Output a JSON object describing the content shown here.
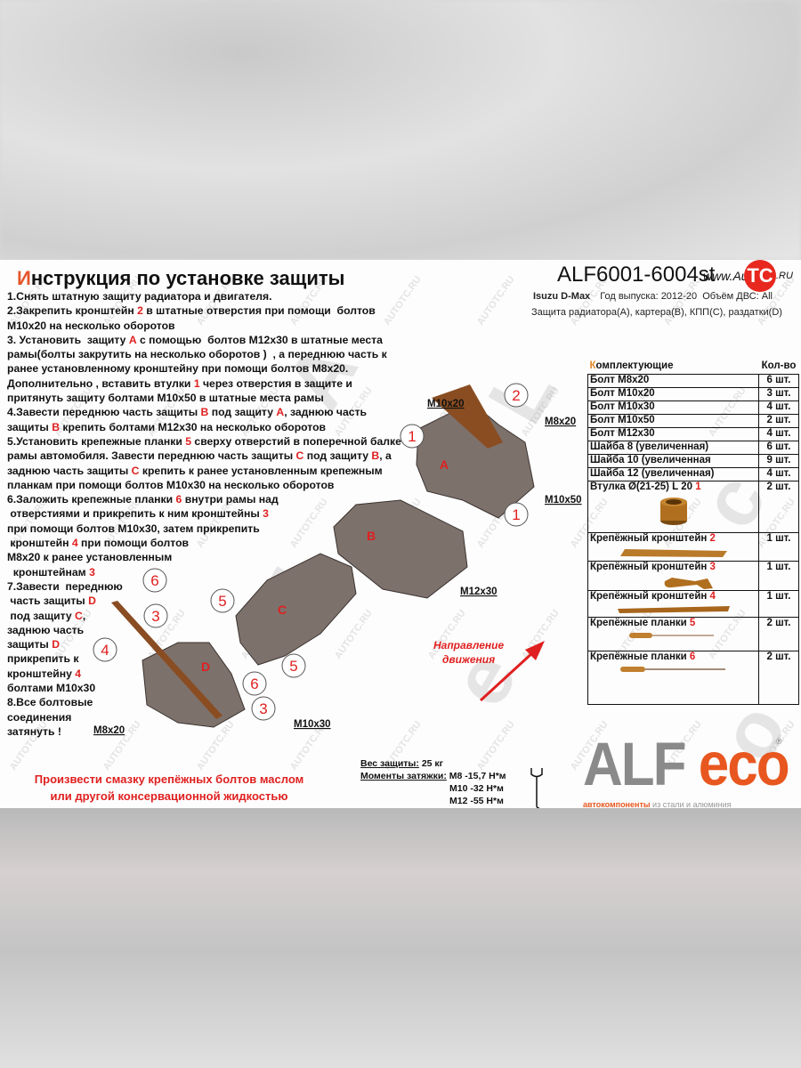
{
  "header": {
    "title_first": "И",
    "title_rest": "нструкция по установке защиты",
    "code": "ALF6001-6004st",
    "site": "www.Auto",
    "site_logo": "TC",
    "site_suffix": ".RU",
    "car": "Isuzu D-Max",
    "year": "Год выпуска: 2012-20",
    "engine": "Объём ДВС: All",
    "protection": "Защита радиатора(А), картера(В), КПП(С), раздатки(D)"
  },
  "instructions": [
    [
      {
        "t": "1.Снять штатную защиту радиатора и двигателя."
      }
    ],
    [
      {
        "t": "2.Закрепить кронштейн "
      },
      {
        "t": "2",
        "r": 1
      },
      {
        "t": " в штатные отверстия при помощи  болтов"
      }
    ],
    [
      {
        "t": "М10х20 на несколько оборотов"
      }
    ],
    [
      {
        "t": "3. Установить  защиту "
      },
      {
        "t": "А",
        "r": 1
      },
      {
        "t": " с помощью  болтов М12х30 в штатные места"
      }
    ],
    [
      {
        "t": "рамы(болты закрутить на несколько оборотов )  , а переднюю часть к"
      }
    ],
    [
      {
        "t": "ранее установленному кронштейну при помощи болтов М8х20."
      }
    ],
    [
      {
        "t": "Дополнительно , вставить втулки "
      },
      {
        "t": "1",
        "r": 1
      },
      {
        "t": " через отверстия в защите и"
      }
    ],
    [
      {
        "t": "притянуть защиту болтами М10х50 в штатные места рамы"
      }
    ],
    [
      {
        "t": "4.Завести переднюю часть защиты "
      },
      {
        "t": "В",
        "r": 1
      },
      {
        "t": " под защиту "
      },
      {
        "t": "А",
        "r": 1
      },
      {
        "t": ", заднюю часть"
      }
    ],
    [
      {
        "t": "защиты "
      },
      {
        "t": "В",
        "r": 1
      },
      {
        "t": " крепить болтами М12х30 на несколько оборотов"
      }
    ],
    [
      {
        "t": "5.Установить крепежные планки "
      },
      {
        "t": "5",
        "r": 1
      },
      {
        "t": " сверху отверстий в поперечной балке"
      }
    ],
    [
      {
        "t": "рамы автомобиля. Завести переднюю часть защиты "
      },
      {
        "t": "С",
        "r": 1
      },
      {
        "t": " под защиту "
      },
      {
        "t": "В",
        "r": 1
      },
      {
        "t": ", а"
      }
    ],
    [
      {
        "t": "заднюю часть защиты "
      },
      {
        "t": "С",
        "r": 1
      },
      {
        "t": " крепить к ранее установленным крепежным"
      }
    ],
    [
      {
        "t": "планкам при помощи болтов М10х30 на несколько оборотов"
      }
    ],
    [
      {
        "t": "6.Заложить крепежные планки "
      },
      {
        "t": "6",
        "r": 1
      },
      {
        "t": " внутри рамы над"
      }
    ],
    [
      {
        "t": " отверстиями и прикрепить к ним кронштейны "
      },
      {
        "t": "3",
        "r": 1
      }
    ],
    [
      {
        "t": "при помощи болтов М10х30, затем прикрепить"
      }
    ],
    [
      {
        "t": " кронштейн "
      },
      {
        "t": "4",
        "r": 1
      },
      {
        "t": " при помощи болтов"
      }
    ],
    [
      {
        "t": "М8х20 к ранее установленным"
      }
    ],
    [
      {
        "t": "  кронштейнам "
      },
      {
        "t": "3",
        "r": 1
      }
    ],
    [
      {
        "t": "7.Завести  переднюю"
      }
    ],
    [
      {
        "t": " часть защиты "
      },
      {
        "t": "D",
        "r": 1
      }
    ],
    [
      {
        "t": " под защиту "
      },
      {
        "t": "С",
        "r": 1
      },
      {
        "t": ","
      }
    ],
    [
      {
        "t": "заднюю часть"
      }
    ],
    [
      {
        "t": "защиты "
      },
      {
        "t": "D",
        "r": 1
      }
    ],
    [
      {
        "t": "прикрепить к"
      }
    ],
    [
      {
        "t": "кронштейну "
      },
      {
        "t": "4",
        "r": 1
      }
    ],
    [
      {
        "t": "болтами М10х30"
      }
    ],
    [
      {
        "t": "8.Все болтовые"
      }
    ],
    [
      {
        "t": "соединения"
      }
    ],
    [
      {
        "t": "затянуть !"
      }
    ]
  ],
  "table": {
    "header_first": "К",
    "header_rest": "омплектующие",
    "header_qty": "Кол-во",
    "rows": [
      {
        "name": "Болт М8х20",
        "qty": "6 шт."
      },
      {
        "name": "Болт М10х20",
        "qty": "3 шт."
      },
      {
        "name": "Болт М10х30",
        "qty": "4 шт."
      },
      {
        "name": "Болт М10х50",
        "qty": "2 шт."
      },
      {
        "name": "Болт М12х30",
        "qty": "4 шт."
      },
      {
        "name": "Шайба 8 (увеличенная)",
        "qty": "6 шт."
      },
      {
        "name": "Шайба 10 (увеличенная",
        "qty": "9 шт."
      },
      {
        "name": "Шайба 12 (увеличенная)",
        "qty": "4 шт."
      }
    ],
    "parts": [
      {
        "name": "Втулка Ø(21-25) L 20 ",
        "num": "1",
        "qty": "2 шт.",
        "icon": "bushing"
      },
      {
        "name": "Крепёжный кронштейн ",
        "num": "2",
        "qty": "1 шт.",
        "icon": "bracket-2"
      },
      {
        "name": "Крепёжный кронштейн ",
        "num": "3",
        "qty": "1 шт.",
        "icon": "bracket-3"
      },
      {
        "name": "Крепёжный кронштейн ",
        "num": "4",
        "qty": "1 шт.",
        "icon": "bracket-4"
      },
      {
        "name": "Крепёжные планки ",
        "num": "5",
        "qty": "2 шт.",
        "icon": "plate-5"
      },
      {
        "name": "Крепёжные планки ",
        "num": "6",
        "qty": "2 шт.",
        "icon": "plate-6"
      }
    ]
  },
  "diagram": {
    "plates": [
      "A",
      "B",
      "C",
      "D"
    ],
    "callouts": [
      "2",
      "1",
      "1",
      "6",
      "3",
      "4",
      "5",
      "5",
      "6",
      "3"
    ],
    "bolts": [
      "M10x20",
      "M8x20",
      "M10x50",
      "M12x30",
      "M10x30",
      "M8x20"
    ],
    "direction": [
      "Направление",
      "движения"
    ],
    "colors": {
      "plate": "#7d716c",
      "bracket": "#8a4d22",
      "callout": "#e02020"
    }
  },
  "notes": {
    "lube": [
      "Произвести смазку крепёжных болтов маслом",
      "или другой консервационной жидкостью"
    ],
    "weight_label": "Вес защиты:",
    "weight": "25 кг",
    "torque_label": "Моменты затяжки:",
    "torque": [
      "М8 -15,7 Н*м",
      "М10 -32  Н*м",
      "М12 -55  Н*м"
    ]
  },
  "brand": {
    "alf": "ALF ",
    "eco": "eco",
    "reg": "®",
    "tag_main": "автокомпоненты",
    "tag_rest": " из стали и алюминия"
  },
  "watermark": "AUTOTC.RU"
}
